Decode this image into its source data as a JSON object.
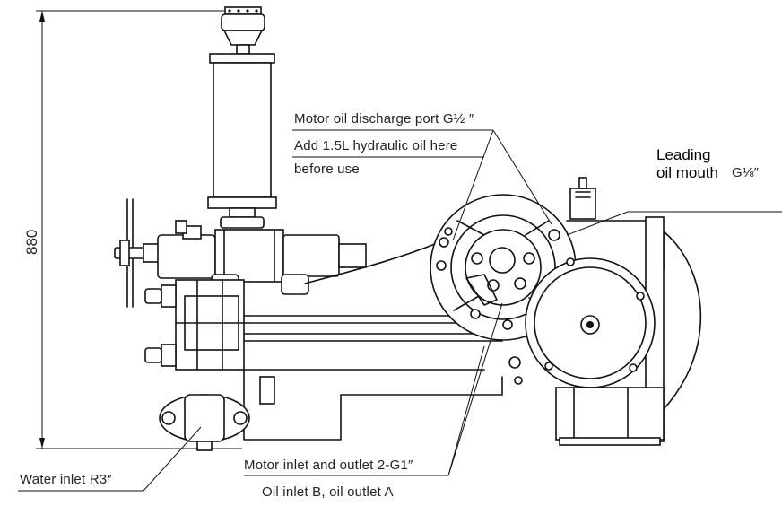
{
  "labels": {
    "dimension_height": "880",
    "motor_oil_discharge": "Motor oil discharge port G½ ″",
    "add_hydraulic_oil": "Add 1.5L hydraulic oil here",
    "before_use": "before use",
    "leading_line1": "Leading",
    "leading_line2": "oil mouth",
    "leading_size": "G⅛″",
    "water_inlet": "Water inlet R3″",
    "motor_inlet_outlet": "Motor inlet and outlet 2-G1″",
    "oil_inlet_outlet": "Oil inlet  B, oil outlet  A"
  }
}
